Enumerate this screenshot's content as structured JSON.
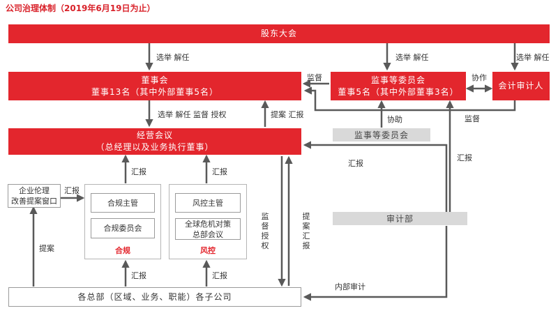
{
  "title": "公司治理体制（2019年6月19日为止）",
  "boxes": {
    "shareholders": "股东大会",
    "board_title": "董事会",
    "board_sub": "董事13名（其中外部董事5名）",
    "audit_committee_title": "监事等委员会",
    "audit_committee_sub": "董事5名（其中外部董事3名）",
    "accounting_auditor": "会计审计人",
    "management_title": "经营会议",
    "management_sub": "（总经理以及业务执行董事）",
    "audit_committee_office": "监事等委员会",
    "ethics_window_line1": "企业伦理",
    "ethics_window_line2": "改善提案窗口",
    "compliance_manager": "合规主管",
    "compliance_committee": "合规委员会",
    "compliance_group": "合规",
    "risk_manager": "风控主管",
    "risk_meeting_line1": "全球危机对策",
    "risk_meeting_line2": "总部会议",
    "risk_group": "风控",
    "audit_dept": "审计部",
    "divisions": "各总部（区域、业务、职能）各子公司"
  },
  "labels": {
    "elect_dismiss_1": "选举 解任",
    "elect_dismiss_2": "选举 解任",
    "elect_dismiss_3": "选举 解任",
    "supervise_1": "监督",
    "cooperate": "协作",
    "supervise_2": "监督",
    "board_to_mgmt": "选举 解任 监督 授权",
    "proposal_report_1": "提案 汇报",
    "assist": "协助",
    "report_1": "汇报",
    "report_2": "汇报",
    "report_3": "汇报",
    "report_4": "汇报",
    "report_5": "汇报",
    "report_6": "汇报",
    "report_7": "汇报",
    "proposal_1": "提案",
    "supervise_authorize": "监督授权",
    "proposal_report_2": "提案汇报",
    "internal_audit": "内部审计"
  },
  "colors": {
    "accent_red": "#e3262d",
    "grey_box": "#d9d9d9",
    "line": "#595959"
  }
}
